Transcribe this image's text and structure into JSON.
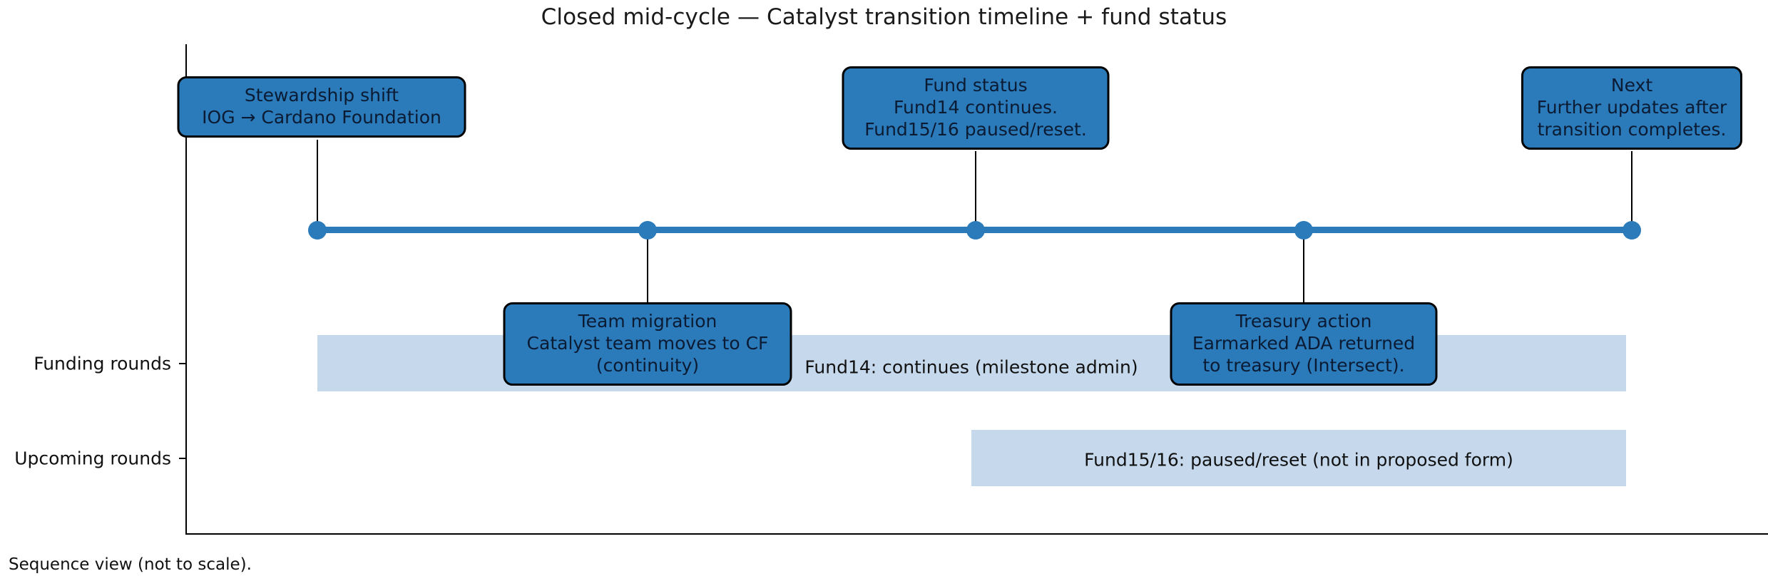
{
  "chart_data": {
    "type": "timeline",
    "title": "Closed mid-cycle — Catalyst transition timeline + fund status",
    "caption": "Sequence view (not to scale).",
    "xlabel": "",
    "ylabel": "",
    "grid": false,
    "legend": "none",
    "axis": {
      "x_range": [
        0,
        6
      ],
      "y_categories": [
        "Funding rounds",
        "Upcoming rounds"
      ],
      "y_tick_labels": [
        "Funding rounds",
        "Upcoming rounds"
      ],
      "spines_visible": [
        "left",
        "bottom"
      ]
    },
    "colors": {
      "timeline": "#2b7bba",
      "marker": "#2b7bba",
      "event_box_fill": "#2b7bba",
      "event_box_edge": "#000000",
      "band_fill": "#c6d9ec",
      "text": "#111111"
    },
    "timeline": {
      "y": 1,
      "x_start": 1,
      "x_end": 5,
      "markers": [
        1,
        2,
        3,
        4,
        5
      ]
    },
    "events": [
      {
        "x": 1,
        "side": "above",
        "title": "Stewardship shift",
        "detail": "IOG → Cardano Foundation",
        "label": "Stewardship shift\nIOG → Cardano Foundation"
      },
      {
        "x": 2,
        "side": "below",
        "title": "Team migration",
        "detail": "Catalyst team moves to CF\n(continuity)",
        "label": "Team migration\nCatalyst team moves to CF\n(continuity)"
      },
      {
        "x": 3,
        "side": "above",
        "title": "Fund status",
        "detail": "Fund14 continues.\nFund15/16 paused/reset.",
        "label": "Fund status\nFund14 continues.\nFund15/16 paused/reset."
      },
      {
        "x": 4,
        "side": "below",
        "title": "Treasury action",
        "detail": "Earmarked ADA returned\nto treasury (Intersect).",
        "label": "Treasury action\nEarmarked ADA returned\nto treasury (Intersect)."
      },
      {
        "x": 5,
        "side": "above",
        "title": "Next",
        "detail": "Further updates after\ntransition completes.",
        "label": "Next\nFurther updates after\ntransition completes."
      }
    ],
    "bands": [
      {
        "lane": "Funding rounds",
        "x_start": 1,
        "x_end": 5,
        "label": "Fund14: continues (milestone admin)"
      },
      {
        "lane": "Upcoming rounds",
        "x_start": 3,
        "x_end": 5,
        "label": "Fund15/16: paused/reset (not in proposed form)"
      }
    ]
  }
}
